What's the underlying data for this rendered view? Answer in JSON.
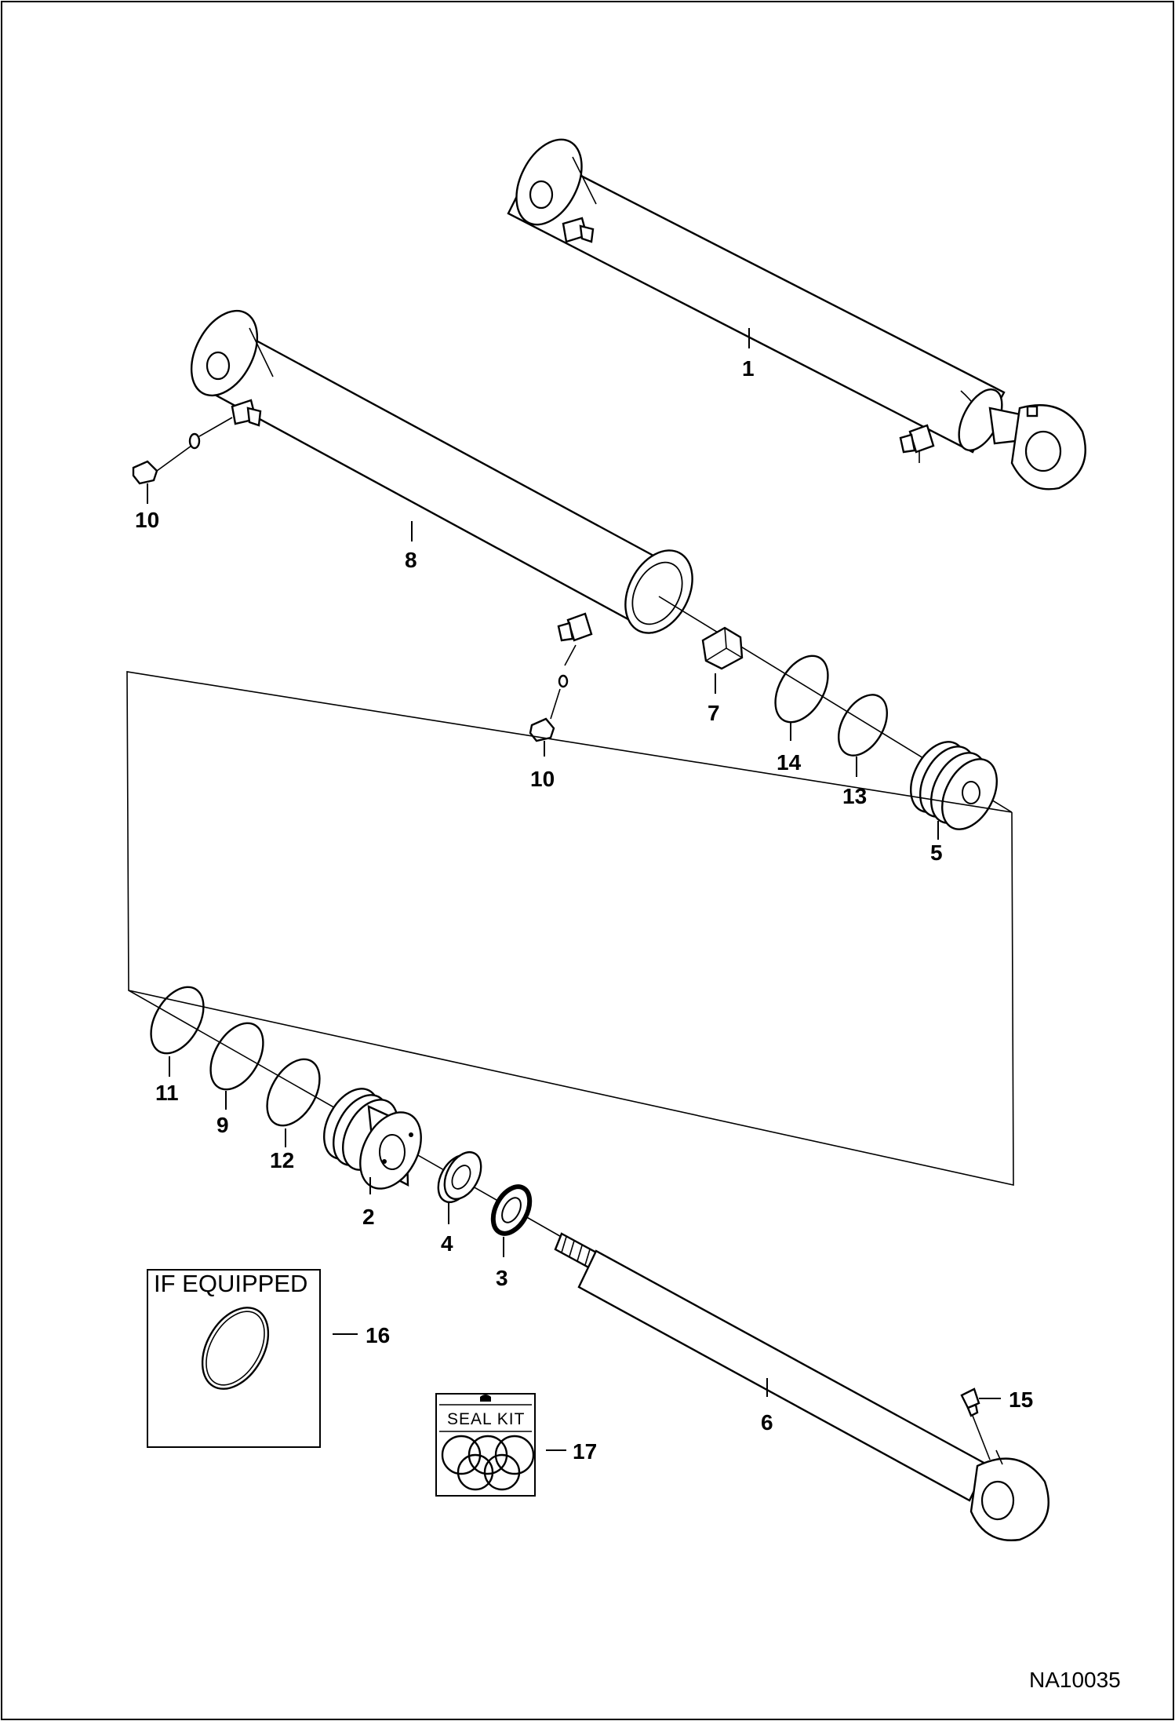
{
  "callouts": {
    "c1": "1",
    "c2": "2",
    "c3": "3",
    "c4": "4",
    "c5": "5",
    "c6": "6",
    "c7": "7",
    "c8": "8",
    "c9": "9",
    "c10a": "10",
    "c10b": "10",
    "c11": "11",
    "c12": "12",
    "c13": "13",
    "c14": "14",
    "c15": "15",
    "c16": "16",
    "c17": "17"
  },
  "if_equipped_label": "IF EQUIPPED",
  "seal_kit_label": "SEAL KIT",
  "drawing_number": "NA10035"
}
